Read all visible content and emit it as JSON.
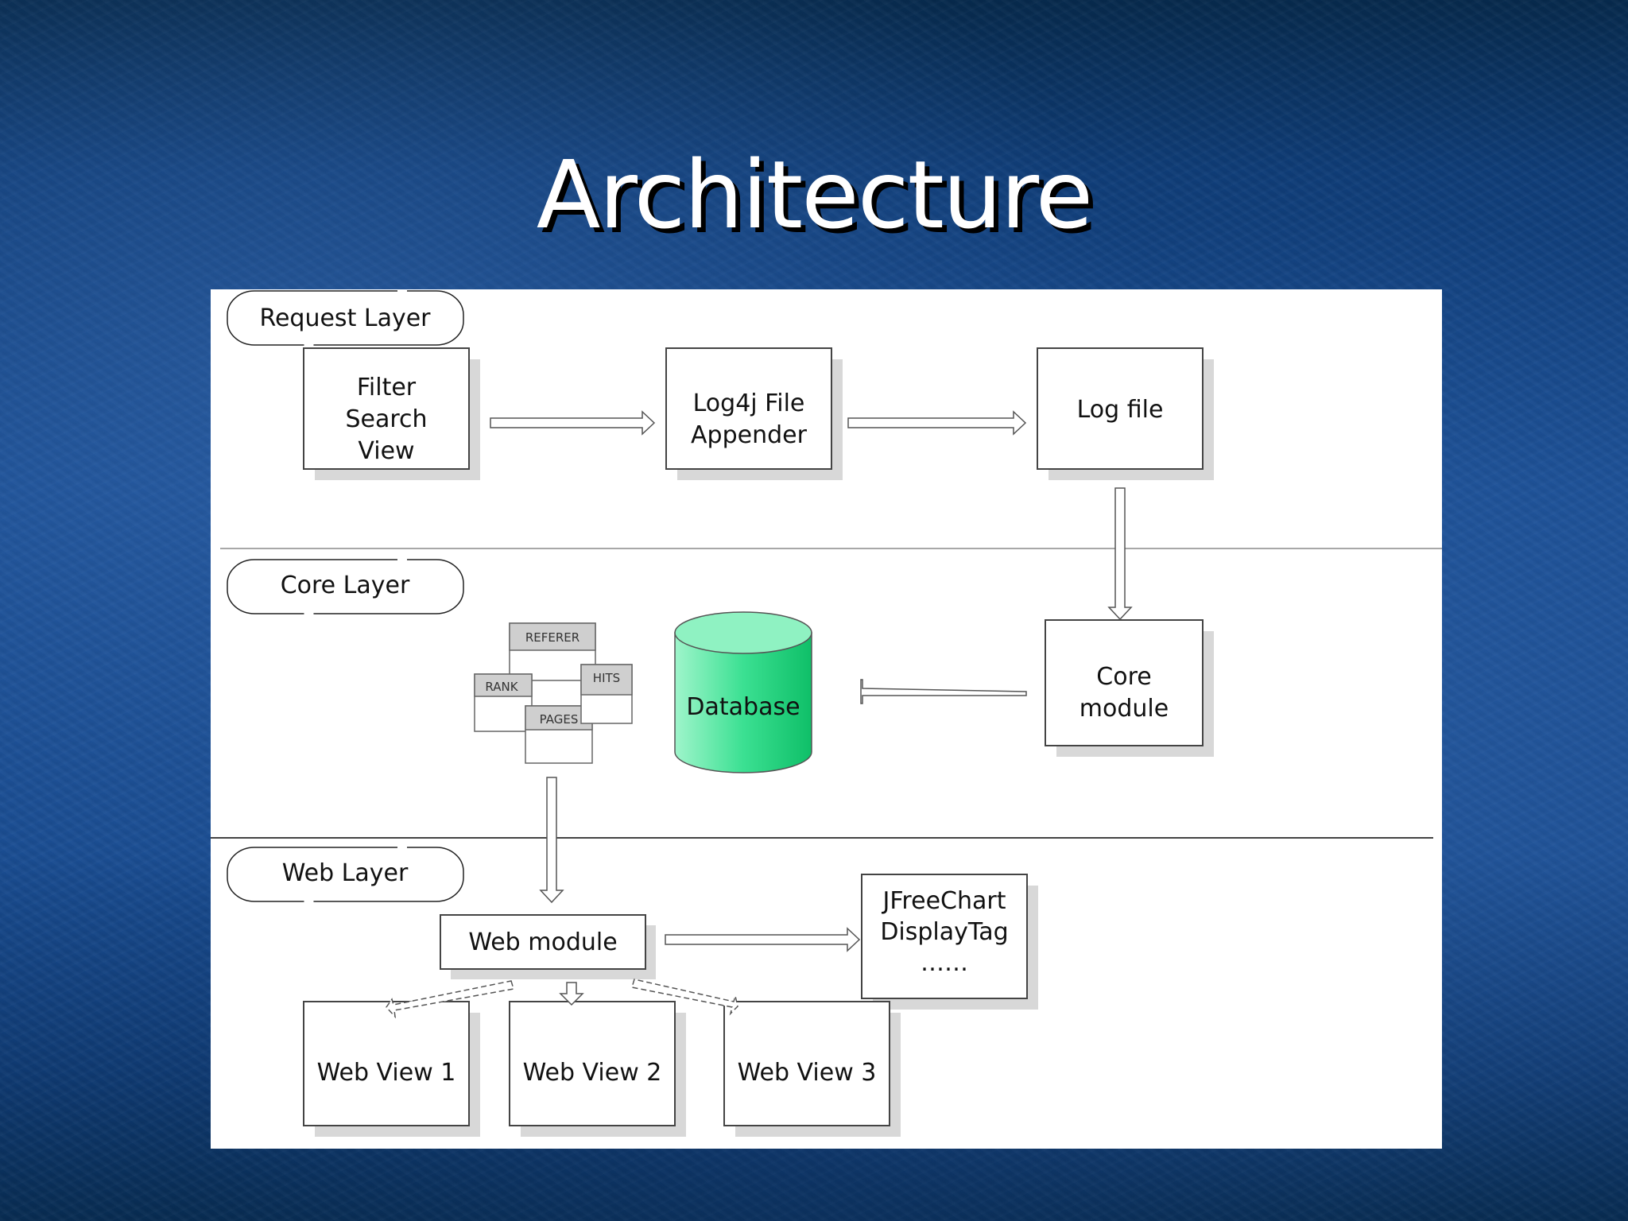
{
  "slide": {
    "title": "Architecture"
  },
  "layers": {
    "request": "Request Layer",
    "core": "Core Layer",
    "web": "Web Layer"
  },
  "nodes": {
    "filter": [
      "Filter",
      "Search",
      "View"
    ],
    "appender": [
      "Log4j File",
      "Appender"
    ],
    "log_file": "Log file",
    "core_module": [
      "Core",
      "module"
    ],
    "database": "Database",
    "web_module": "Web module",
    "charting": [
      "JFreeChart",
      "DisplayTag",
      "……"
    ],
    "web_view_1": "Web View 1",
    "web_view_2": "Web View 2",
    "web_view_3": "Web View 3"
  },
  "tables": {
    "referer": "REFERER",
    "rank": "RANK",
    "hits": "HITS",
    "pages": "PAGES"
  },
  "colors": {
    "database_fill": "#33d98a",
    "database_top": "#8ff2c2"
  }
}
